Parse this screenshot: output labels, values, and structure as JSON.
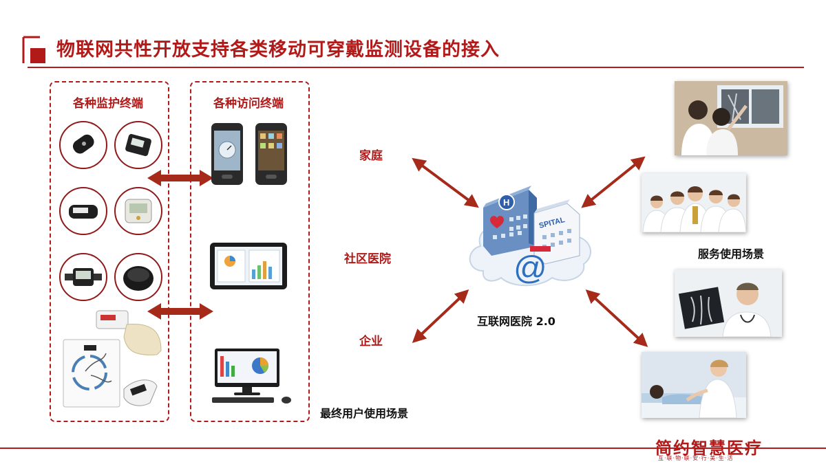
{
  "header": {
    "title": "物联网共性开放支持各类移动可穿戴监测设备的接入"
  },
  "left_panel": {
    "monitor_title": "各种监护终端",
    "access_title": "各种访问终端",
    "end_user_label": "最终用户使用场景"
  },
  "center": {
    "hospital_sign": "SPITAL",
    "hospital_label": "互联网医院 2.0",
    "nodes": {
      "home": "家庭",
      "community": "社区医院",
      "enterprise": "企业"
    }
  },
  "right_panel": {
    "service_label": "服务使用场景"
  },
  "footer": {
    "brand": "简约智慧医疗",
    "brand_sub": "互·联·物·联·安·行·美·生·活"
  },
  "colors": {
    "accent": "#b21a1a",
    "arrow": "#a62a1a",
    "cloud": "#eef3f9"
  }
}
